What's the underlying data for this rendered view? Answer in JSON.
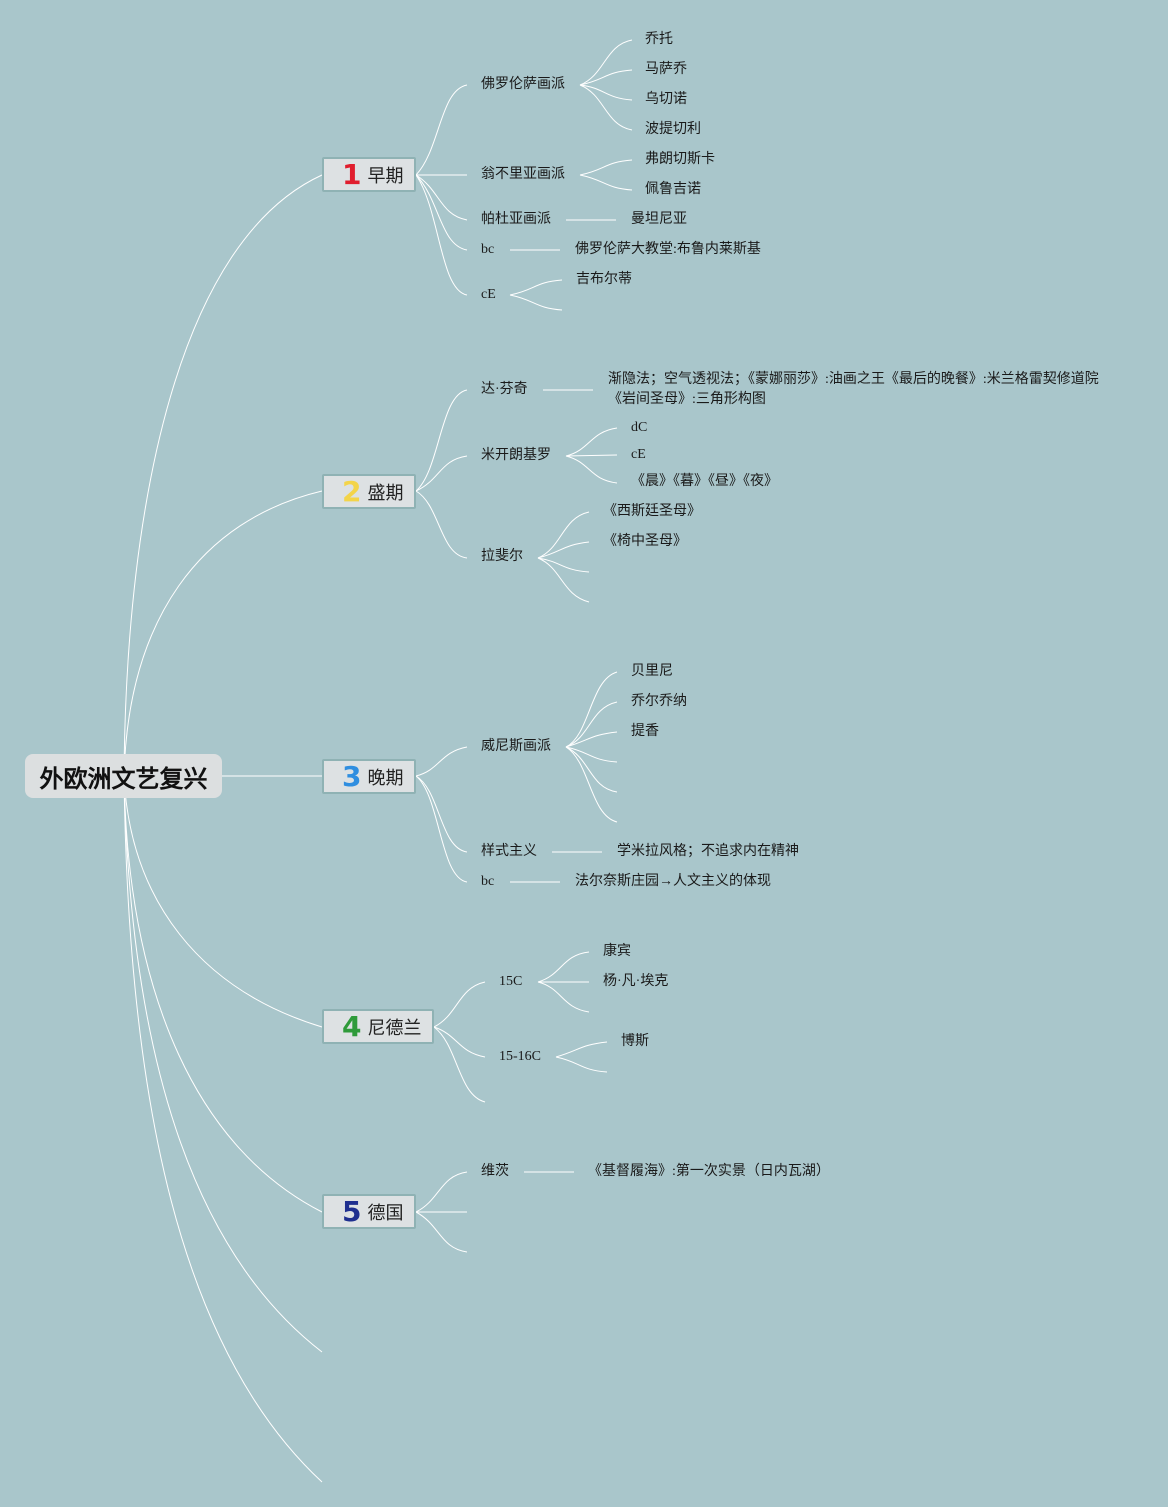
{
  "root": {
    "label": "外欧洲文艺复兴"
  },
  "colors": {
    "background": "#a9c6cb",
    "connector": "#ffffff",
    "num1": "#e01e2e",
    "num2": "#f3d44a",
    "num3": "#2f8ee0",
    "num4": "#2e9a3a",
    "num5": "#1e2f8f"
  },
  "branches": [
    {
      "num": "1",
      "label": "早期"
    },
    {
      "num": "2",
      "label": "盛期"
    },
    {
      "num": "3",
      "label": "晚期"
    },
    {
      "num": "4",
      "label": "尼德兰"
    },
    {
      "num": "5",
      "label": "德国"
    }
  ],
  "early": {
    "florence": {
      "label": "佛罗伦萨画派",
      "items": [
        "乔托",
        "马萨乔",
        "乌切诺",
        "波提切利"
      ]
    },
    "umbria": {
      "label": "翁不里亚画派",
      "items": [
        "弗朗切斯卡",
        "佩鲁吉诺"
      ]
    },
    "padua": {
      "label": "帕杜亚画派",
      "item": "曼坦尼亚"
    },
    "bc": {
      "label": "bc",
      "item": "佛罗伦萨大教堂:布鲁内莱斯基"
    },
    "ce": {
      "label": "cE",
      "item": "吉布尔蒂"
    }
  },
  "high": {
    "davinci": {
      "label": "达·芬奇",
      "line1": "渐隐法；空气透视法；《蒙娜丽莎》:油画之王《最后的晚餐》:米兰格雷契修道院",
      "line2": "《岩间圣母》:三角形构图"
    },
    "michelangelo": {
      "label": "米开朗基罗",
      "items": [
        "dC",
        "cE",
        "《晨》《暮》《昼》《夜》"
      ]
    },
    "raphael": {
      "label": "拉斐尔",
      "items": [
        "《西斯廷圣母》",
        "《椅中圣母》"
      ]
    }
  },
  "late": {
    "venice": {
      "label": "威尼斯画派",
      "items": [
        "贝里尼",
        "乔尔乔纳",
        "提香"
      ]
    },
    "mannerism": {
      "label": "样式主义",
      "item": "学米拉风格；不追求内在精神"
    },
    "bc": {
      "label": "bc",
      "item": "法尔奈斯庄园→人文主义的体现"
    }
  },
  "netherlands": {
    "c15": {
      "label": "15C",
      "items": [
        "康宾",
        "杨·凡·埃克"
      ]
    },
    "c1516": {
      "label": "15-16C",
      "item": "博斯"
    }
  },
  "germany": {
    "dürer": {
      "label": "维茨",
      "item": "《基督履海》:第一次实景（日内瓦湖）"
    }
  }
}
